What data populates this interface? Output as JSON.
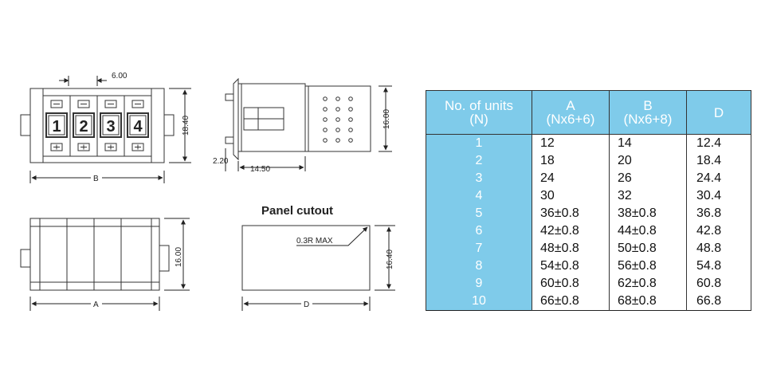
{
  "dimensions": {
    "spacing": "6.00",
    "height_front": "18.40",
    "width_front": "B",
    "height_side": "16.00",
    "depth": "14.50",
    "bezel": "2.20",
    "height_back": "16.00",
    "width_back": "A",
    "cutout_title": "Panel cutout",
    "cutout_radius": "0.3R  MAX",
    "cutout_height": "16.40",
    "cutout_width": "D"
  },
  "digits": [
    "1",
    "2",
    "3",
    "4"
  ],
  "table": {
    "headers": [
      {
        "line1": "No. of units",
        "line2": "(N)"
      },
      {
        "line1": "A",
        "line2": "(Nx6+6)"
      },
      {
        "line1": "B",
        "line2": "(Nx6+8)"
      },
      {
        "line1": "D",
        "line2": ""
      }
    ],
    "rows": [
      [
        "1",
        "12",
        "14",
        "12.4"
      ],
      [
        "2",
        "18",
        "20",
        "18.4"
      ],
      [
        "3",
        "24",
        "26",
        "24.4"
      ],
      [
        "4",
        "30",
        "32",
        "30.4"
      ],
      [
        "5",
        "36±0.8",
        "38±0.8",
        "36.8"
      ],
      [
        "6",
        "42±0.8",
        "44±0.8",
        "42.8"
      ],
      [
        "7",
        "48±0.8",
        "50±0.8",
        "48.8"
      ],
      [
        "8",
        "54±0.8",
        "56±0.8",
        "54.8"
      ],
      [
        "9",
        "60±0.8",
        "62±0.8",
        "60.8"
      ],
      [
        "10",
        "66±0.8",
        "68±0.8",
        "66.8"
      ]
    ]
  }
}
